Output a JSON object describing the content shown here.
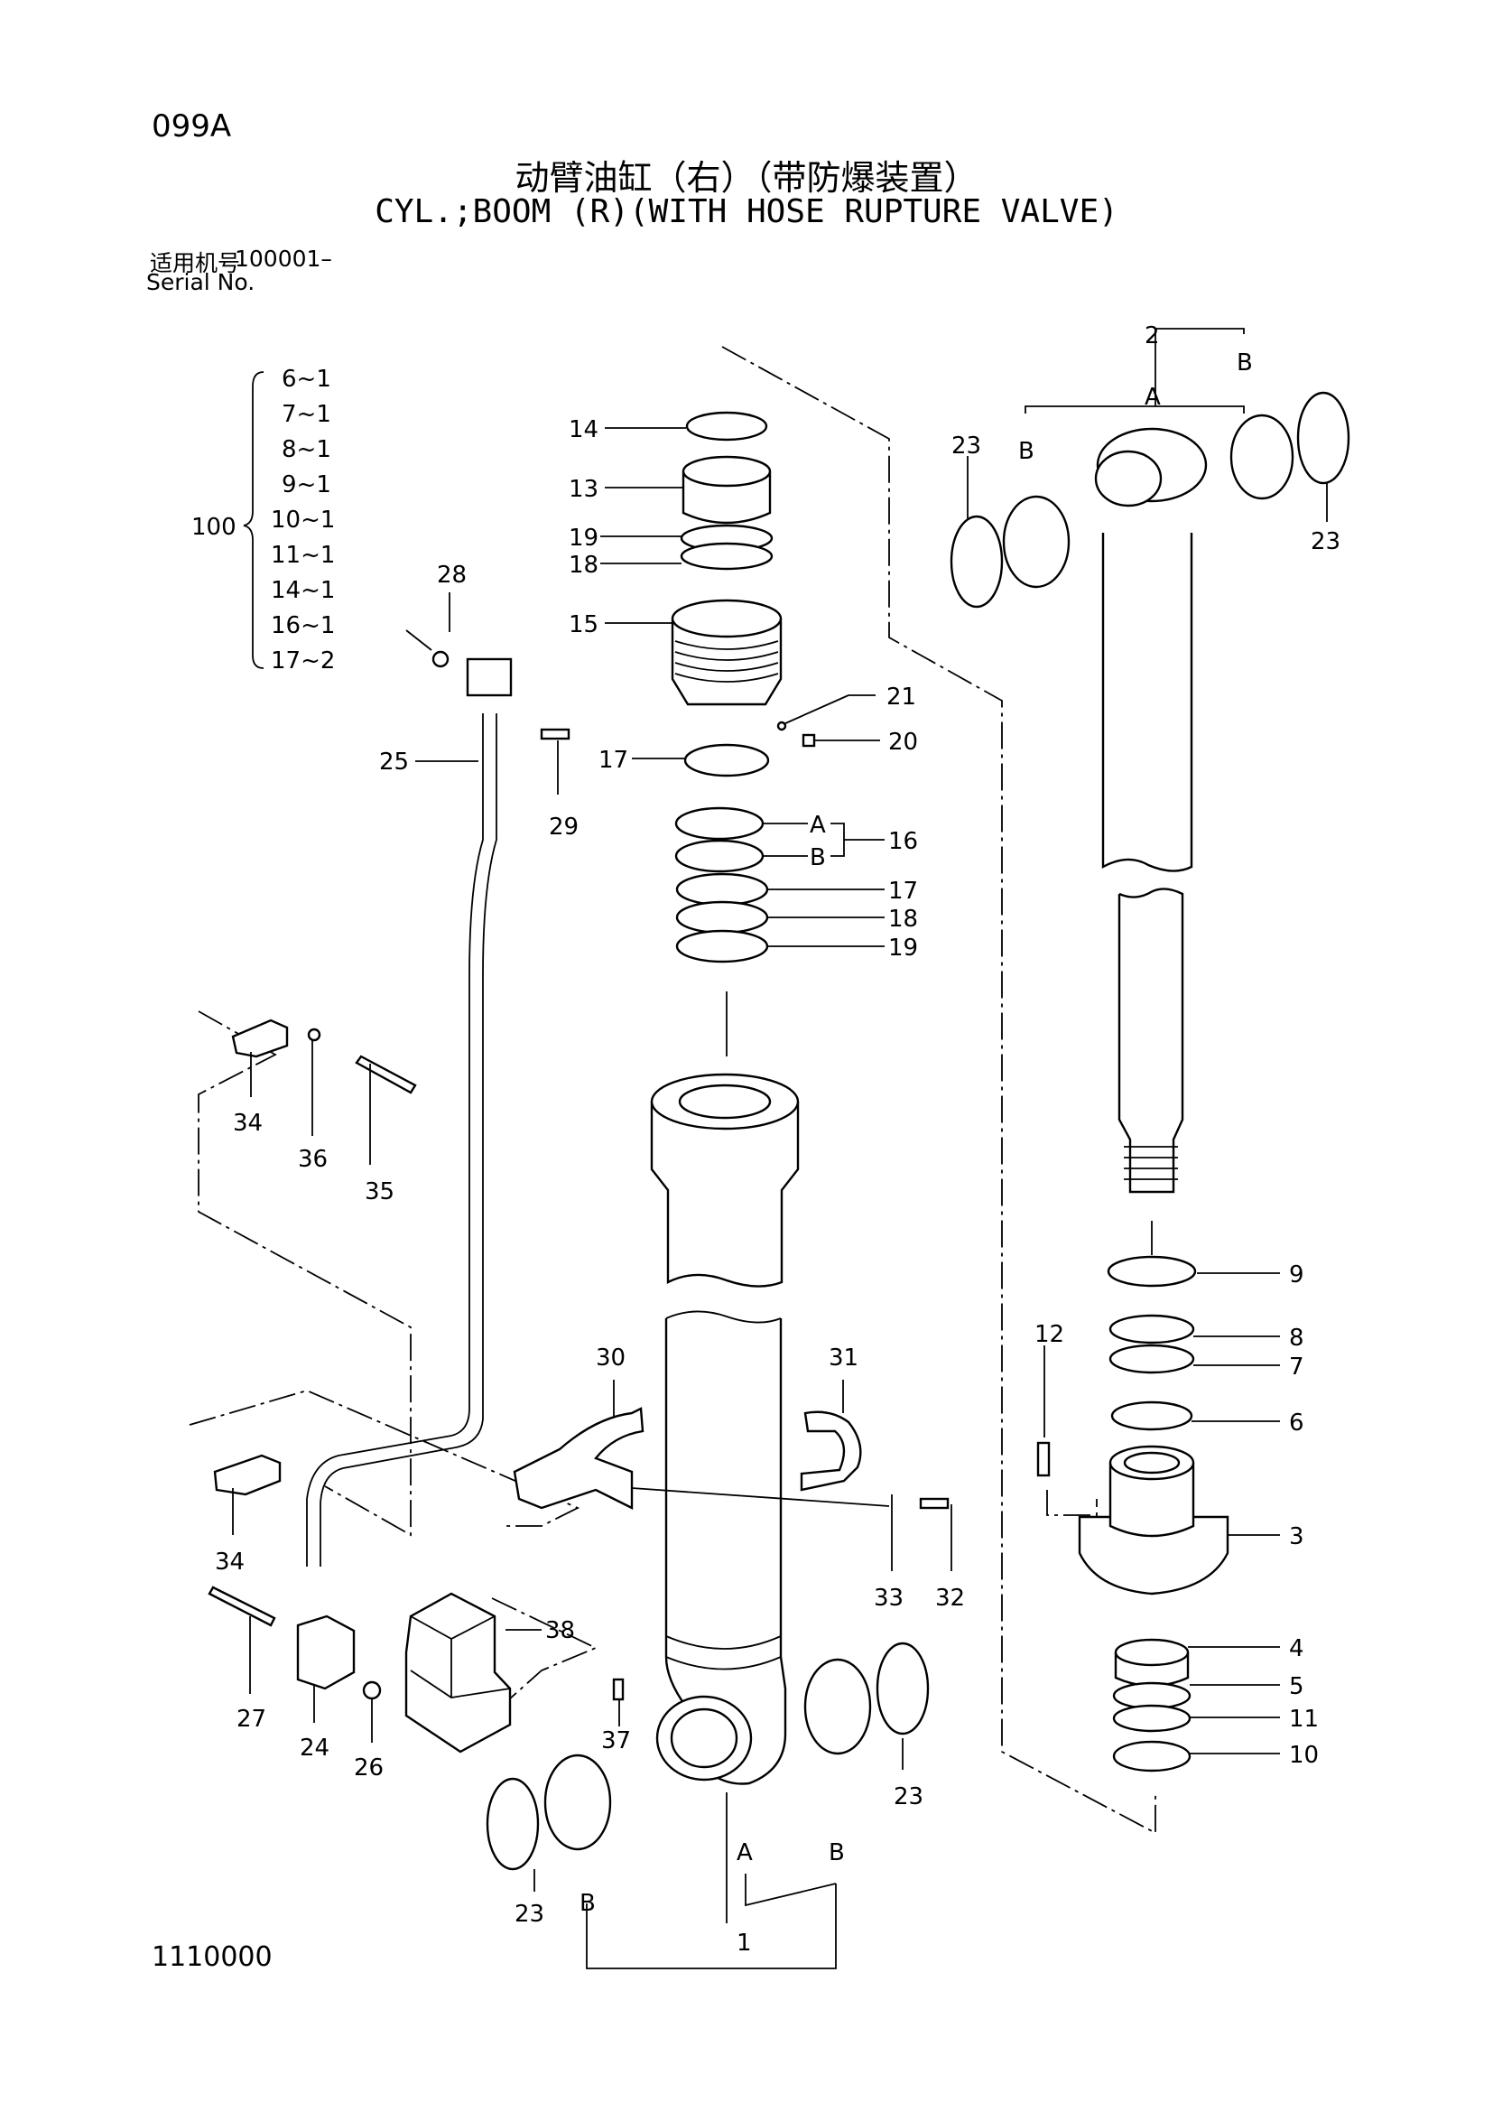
{
  "header": {
    "page_code": "099A",
    "title_cn": "动臂油缸（右）（带防爆装置）",
    "title_en": "CYL.;BOOM (R)(WITH HOSE RUPTURE VALVE)",
    "serial_label_cn": "适用机号",
    "serial_value": "100001–",
    "serial_label_en": "Serial No."
  },
  "kit": {
    "number": "100",
    "items": [
      "6~1",
      "7~1",
      "8~1",
      "9~1",
      "10~1",
      "11~1",
      "14~1",
      "16~1",
      "17~2"
    ]
  },
  "callouts": {
    "c1": "1",
    "c2": "2",
    "c3": "3",
    "c4": "4",
    "c5": "5",
    "c6": "6",
    "c7": "7",
    "c8": "8",
    "c9": "9",
    "c10": "10",
    "c11": "11",
    "c12": "12",
    "c13": "13",
    "c14": "14",
    "c15": "15",
    "c16": "16",
    "c17": "17",
    "c18": "18",
    "c19": "19",
    "c20": "20",
    "c21": "21",
    "c23": "23",
    "c24": "24",
    "c25": "25",
    "c26": "26",
    "c27": "27",
    "c28": "28",
    "c29": "29",
    "c30": "30",
    "c31": "31",
    "c32": "32",
    "c33": "33",
    "c34": "34",
    "c35": "35",
    "c36": "36",
    "c37": "37",
    "c38": "38",
    "a": "A",
    "b": "B"
  },
  "footer": {
    "doc_number": "1110000"
  }
}
